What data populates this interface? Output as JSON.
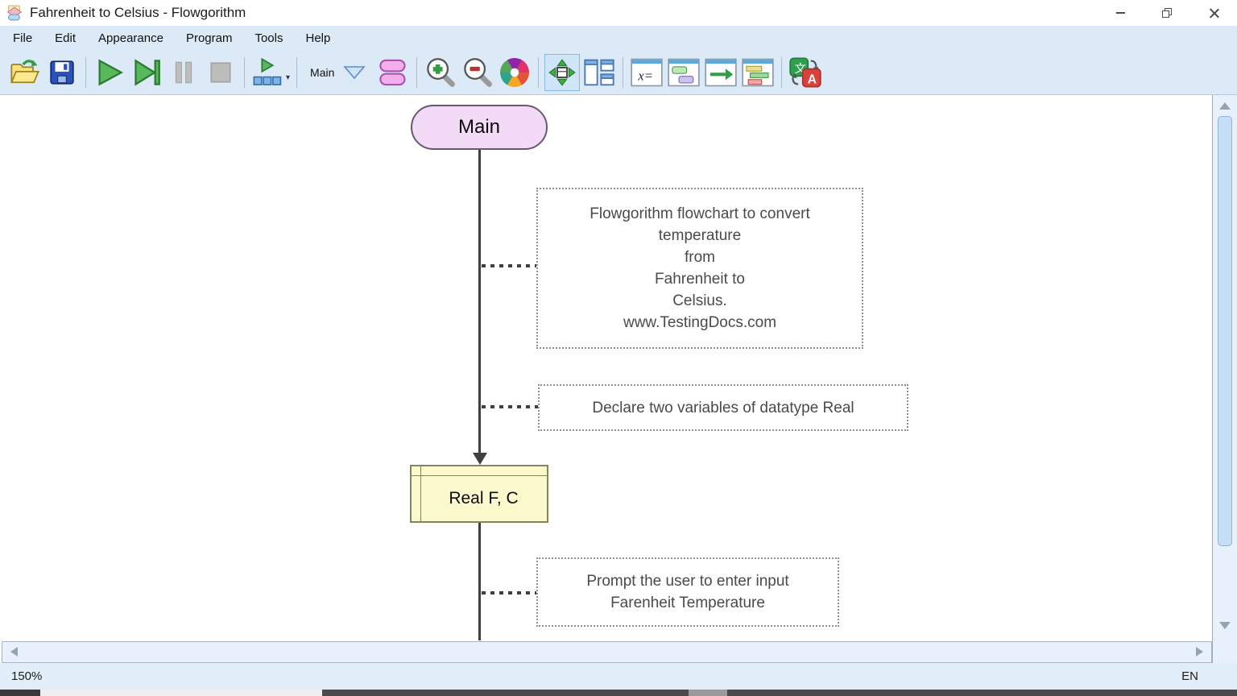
{
  "window": {
    "title": "Fahrenheit to Celsius - Flowgorithm"
  },
  "menu": {
    "items": [
      "File",
      "Edit",
      "Appearance",
      "Program",
      "Tools",
      "Help"
    ]
  },
  "toolbar": {
    "function_selector_label": "Main",
    "variable_watch_glyph": "x=",
    "translate_glyph_cjk": "文",
    "translate_glyph_latin": "A",
    "buttons": [
      "open",
      "save",
      "run",
      "step",
      "pause",
      "stop",
      "run-to-layout",
      "function-selector",
      "function-shapes",
      "zoom-in",
      "zoom-out",
      "color-scheme",
      "pan",
      "window-layout",
      "variable-watch",
      "console",
      "output",
      "source-code",
      "translate"
    ],
    "selected_tool": "pan"
  },
  "flowchart": {
    "terminal_label": "Main",
    "declaration_label": "Real F, C",
    "comments": [
      {
        "text": "Flowgorithm flowchart to convert\ntemperature\nfrom\nFahrenheit to\nCelsius.\nwww.TestingDocs.com"
      },
      {
        "text": "Declare two variables of datatype Real"
      },
      {
        "text": "Prompt the user to enter input\nFarenheit Temperature"
      }
    ]
  },
  "statusbar": {
    "zoom_level": "150%",
    "language": "EN"
  },
  "colors": {
    "chrome": "#dce9f7",
    "terminal_fill": "#f3dbf7",
    "terminal_border": "#6a5672",
    "declaration_fill": "#fcf9cd",
    "declaration_border": "#85855c",
    "comment_text": "#4a4a4a",
    "flowline": "#3f3f3f",
    "selected_tool_bg": "#cfe5f8"
  }
}
